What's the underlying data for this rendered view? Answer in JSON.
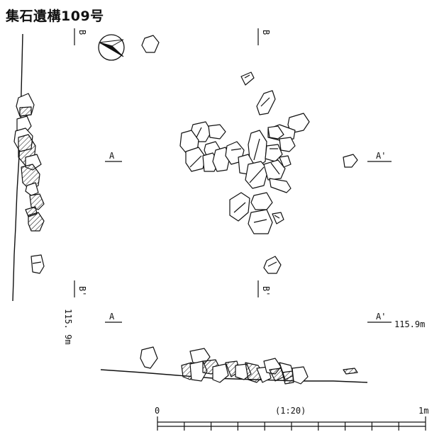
{
  "title": "集石遺構109号",
  "plan": {
    "section_labels": {
      "a": "A",
      "a_prime": "A'",
      "b_top": "B",
      "b_top_right": "B",
      "b_bottom": "B'",
      "b_bottom_right": "B'"
    }
  },
  "section": {
    "label_a": "A",
    "label_a_prime": "A'",
    "elevation_a": "115.9m",
    "elevation_b": "115. 9m"
  },
  "scale_bar": {
    "start": "0",
    "ratio": "(1:20)",
    "end": "1m",
    "divisions": 10
  }
}
